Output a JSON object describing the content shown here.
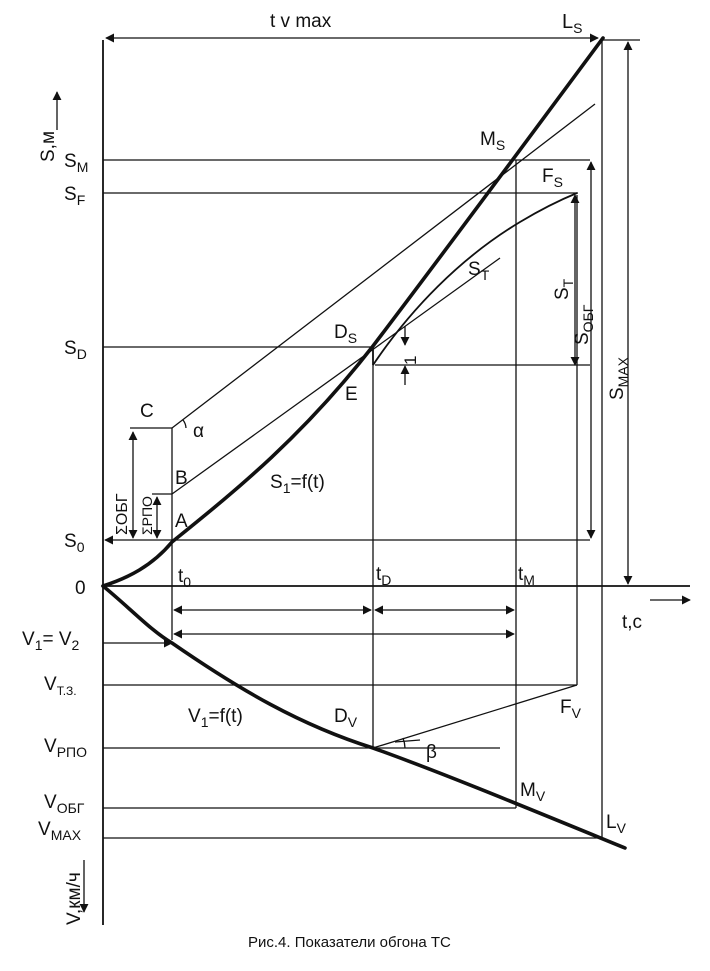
{
  "figure": {
    "caption": "Рис.4. Показатели обгона ТС"
  },
  "labels": {
    "t_v_max": "t v max",
    "L_S": "L",
    "L_S_sub": "S",
    "S_axis": "S,м",
    "S_M": "S",
    "S_M_sub": "M",
    "S_F": "S",
    "S_F_sub": "F",
    "S_D": "S",
    "S_D_sub": "D",
    "S_0": "S",
    "S_0_sub": "0",
    "zero": "0",
    "M_S": "M",
    "M_S_sub": "S",
    "F_S": "F",
    "F_S_sub": "S",
    "S_T_curve": "S",
    "S_T_curve_sub": "T",
    "S_T_vert": "S",
    "S_T_vert_sub": "T",
    "S_OBG_vert": "S",
    "S_OBG_vert_sub": "ОБГ",
    "S_MAX_vert": "S",
    "S_MAX_vert_sub": "MAX",
    "D_S": "D",
    "D_S_sub": "S",
    "E": "E",
    "one": "1",
    "C": "C",
    "B": "B",
    "A": "A",
    "alpha": "α",
    "beta": "β",
    "sum_obg": "ΣОБГ",
    "sum_rpo": "ΣРПО",
    "S1_ft": "S",
    "S1_ft_sub": "1",
    "S1_ft_rest": "=f(t)",
    "t0": "t",
    "t0_sub": "0",
    "tD": "t",
    "tD_sub": "D",
    "tM": "t",
    "tM_sub": "M",
    "t_axis": "t,c",
    "V1_eq_V2_a": "V",
    "V1_eq_V2_a_sub": "1",
    "V1_eq_V2_mid": "= V",
    "V1_eq_V2_b_sub": "2",
    "V_TZ": "V",
    "V_TZ_sub": "Т.З.",
    "V_RPO": "V",
    "V_RPO_sub": "РПО",
    "V_OBG": "V",
    "V_OBG_sub": "ОБГ",
    "V_MAX": "V",
    "V_MAX_sub": "MAX",
    "V_axis": "V,км/ч",
    "V1_ft": "V",
    "V1_ft_sub": "1",
    "V1_ft_rest": "=f(t)",
    "D_V": "D",
    "D_V_sub": "V",
    "F_V": "F",
    "F_V_sub": "V",
    "M_V": "M",
    "M_V_sub": "V",
    "L_V": "L",
    "L_V_sub": "V"
  }
}
